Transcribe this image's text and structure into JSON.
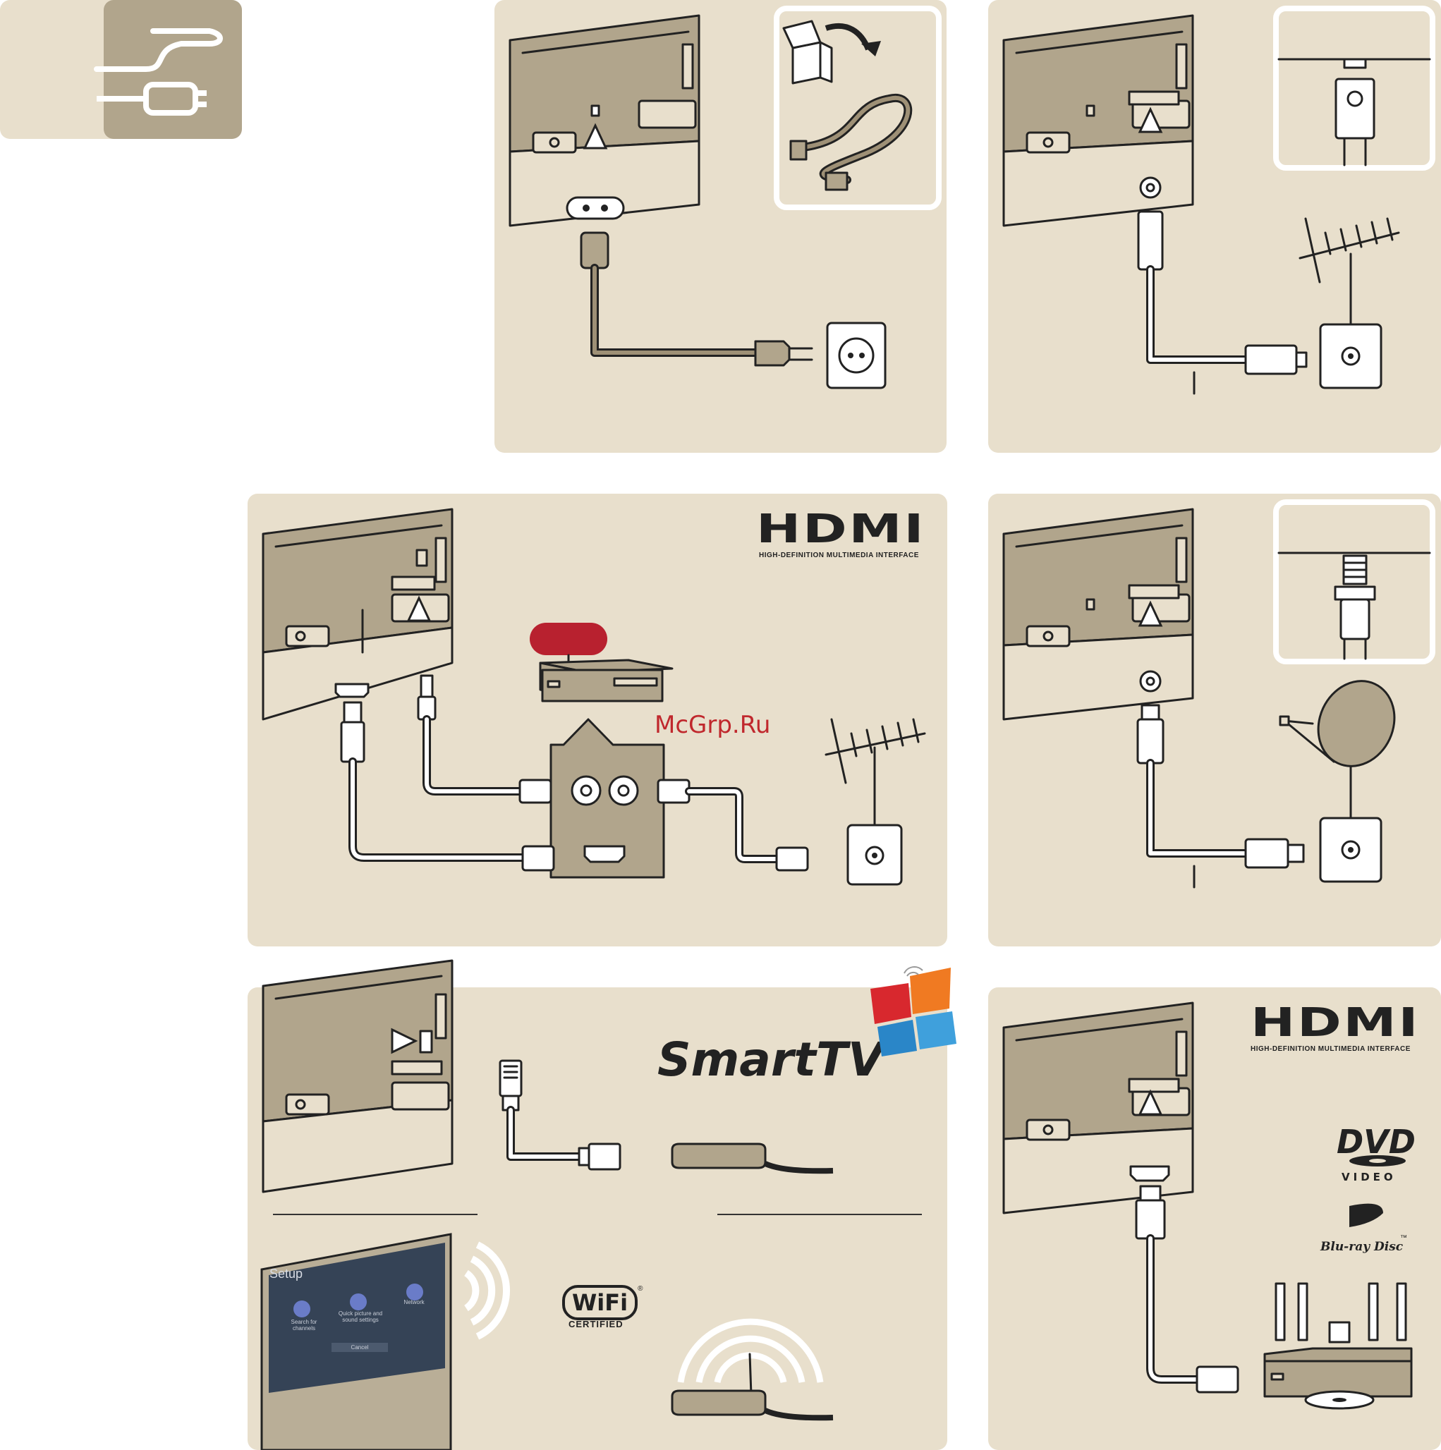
{
  "panels": {
    "hdmi_a": {
      "logo": "HDMI",
      "subtitle": "HIGH-DEFINITION MULTIMEDIA INTERFACE"
    },
    "smarttv": {
      "logo": "SmartTV"
    },
    "hdmi_b": {
      "logo": "HDMI",
      "subtitle": "HIGH-DEFINITION MULTIMEDIA INTERFACE"
    }
  },
  "watermark": "McGrp.Ru",
  "wifi": {
    "logo": "WiFi",
    "certified": "CERTIFIED",
    "registered": "®"
  },
  "screen": {
    "title": "Setup",
    "items": [
      "Search for channels",
      "Quick picture and sound settings",
      "Network"
    ],
    "button": "Cancel"
  },
  "dvd": {
    "logo": "DVD",
    "sub": "VIDEO"
  },
  "bluray": {
    "logo": "Blu-ray Disc",
    "tm": "™"
  },
  "colors": {
    "panel": "#e8dfcc",
    "tan": "#b1a58c",
    "outline": "#222222",
    "accent_red": "#b8212f"
  },
  "icons": [
    "cable-connection-icon",
    "arrow-up-icon",
    "arrow-right-icon",
    "power-socket-icon",
    "antenna-icon",
    "satellite-dish-icon",
    "router-icon",
    "wifi-waves-icon",
    "smarttv-windows-icon"
  ]
}
